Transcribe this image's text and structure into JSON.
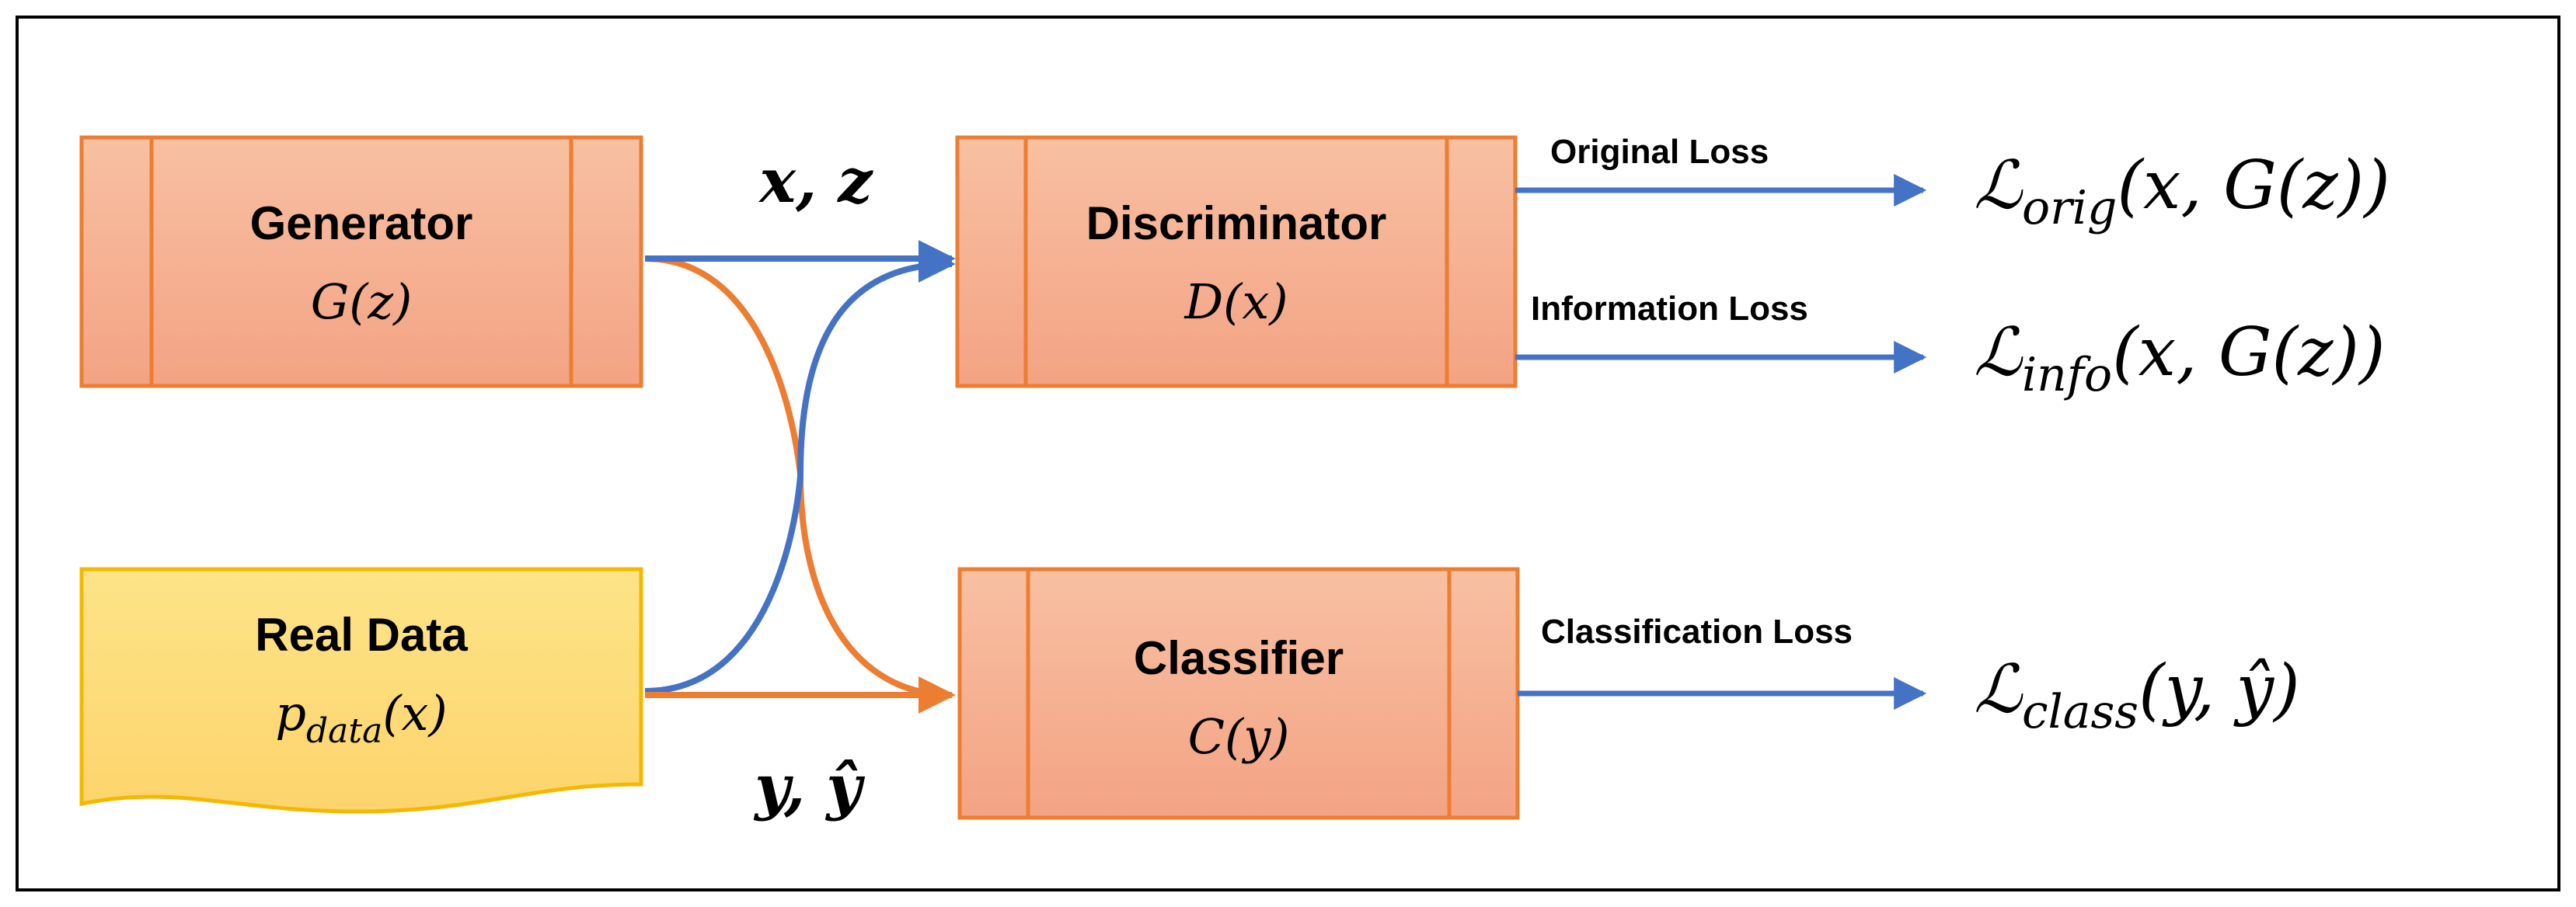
{
  "colors": {
    "box_fill_top": "#f8c0a2",
    "box_fill_bottom": "#f3a384",
    "box_stroke": "#ed7d31",
    "data_fill_top": "#fde488",
    "data_fill_bottom": "#fdd46c",
    "data_stroke": "#f5b800",
    "blue_arrow": "#4472c4",
    "orange_arrow": "#ed7d31",
    "frame": "#000000"
  },
  "generator": {
    "title": "Generator",
    "formula": "G(z)"
  },
  "real_data": {
    "title": "Real Data",
    "formula_main": "p",
    "formula_sub": "data",
    "formula_tail": "(x)"
  },
  "discriminator": {
    "title": "Discriminator",
    "formula": "D(x)"
  },
  "classifier": {
    "title": "Classifier",
    "formula": "C(y)"
  },
  "edge_labels": {
    "top": "x, z",
    "bottom": "y, ŷ"
  },
  "losses": {
    "original": {
      "label": "Original Loss",
      "symbol": "ℒ",
      "sub": "orig",
      "args": "(x, G(z))"
    },
    "information": {
      "label": "Information Loss",
      "symbol": "ℒ",
      "sub": "info",
      "args": "(x, G(z))"
    },
    "classification": {
      "label": "Classification Loss",
      "symbol": "ℒ",
      "sub": "class",
      "args": "(y, ŷ)"
    }
  }
}
